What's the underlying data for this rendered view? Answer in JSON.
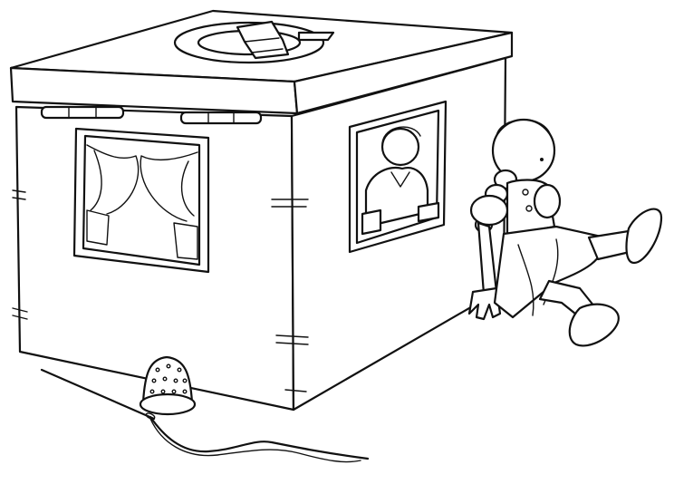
{
  "scene": {
    "line_color": "#111111",
    "background": "#ffffff",
    "objects": [
      "box-house",
      "doll",
      "thimble",
      "needle",
      "thread"
    ]
  }
}
